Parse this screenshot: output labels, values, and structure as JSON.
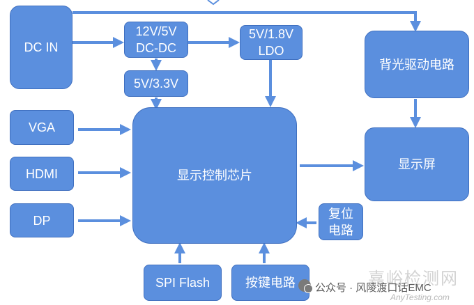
{
  "blocks": {
    "dc_in": "DC IN",
    "dcdc": "12V/5V\nDC-DC",
    "ldo": "5V/1.8V\nLDO",
    "backlight": "背光驱动电路",
    "reg33": "5V/3.3V",
    "vga": "VGA",
    "hdmi": "HDMI",
    "dp": "DP",
    "controller": "显示控制芯片",
    "display": "显示屏",
    "reset": "复位\n电路",
    "spi_flash": "SPI Flash",
    "keys": "按键电路"
  },
  "watermark": {
    "source": "公众号 · 风陵渡口话EMC",
    "site": "嘉峪检测网",
    "url": "AnyTesting.com"
  },
  "colors": {
    "block_fill": "#5b8fde",
    "block_border": "#3f6fbf",
    "arrow": "#5b8fde"
  }
}
